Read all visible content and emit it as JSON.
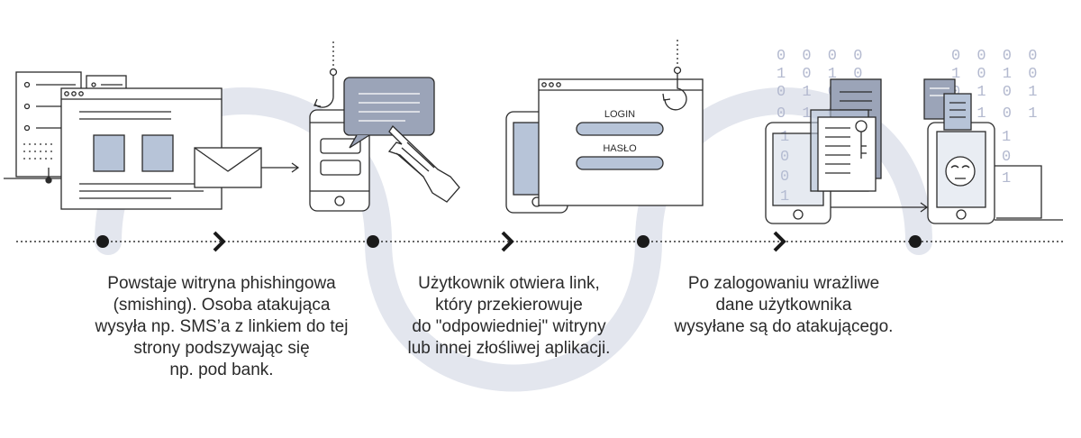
{
  "login_form": {
    "login_label": "LOGIN",
    "password_label": "HASŁO"
  },
  "binary_columns": {
    "left": [
      "0 0 0 0",
      "1 0 1 0",
      "0 1 0 1",
      "0 1 0 1",
      "1",
      "0",
      "0",
      "1"
    ],
    "right": [
      "0 0 0 0",
      "1 0 1 0",
      "0 1 0 1",
      "0 1 0 1",
      "1",
      "0",
      "1"
    ]
  },
  "steps": [
    {
      "caption": "Powstaje witryna phishingowa\n(smishing). Osoba atakująca\nwysyła np. SMS’a z linkiem do tej\nstrony podszywając się\nnp. pod bank."
    },
    {
      "caption": "Użytkownik otwiera link,\nktóry przekierowuje\ndo \"odpowiedniej\" witryny\nlub innej złośliwej aplikacji."
    },
    {
      "caption": "Po zalogowaniu wrażliwe\ndane użytkownika\nwysyłane są do atakującego."
    }
  ],
  "colors": {
    "wave": "#e3e6ee",
    "line": "#2b2b2b",
    "fill_blue": "#b7c4d8",
    "fill_slate": "#9ba4b8",
    "bin_text": "#b3b9cf"
  }
}
